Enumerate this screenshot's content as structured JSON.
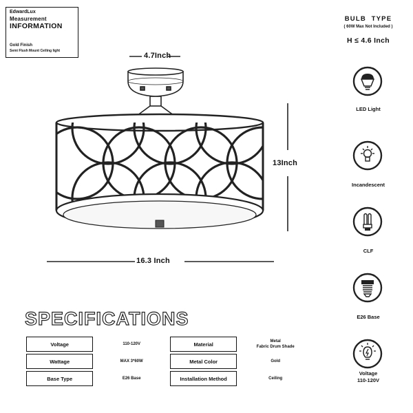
{
  "info": {
    "brand": "EdwardLux",
    "heading_line1": "Measurement",
    "heading_line2": "INFORMATION",
    "finish": "Gold Finish",
    "description": "Semi Flush Mount Ceiling light"
  },
  "dimensions": {
    "canopy_width": "4.7Inch",
    "height": "13Inch",
    "diameter": "16.3 Inch"
  },
  "specifications": {
    "title": "SPECIFICATIONS",
    "rows": [
      {
        "label1": "Voltage",
        "value1": "110-120V",
        "label2": "Material",
        "value2": "Metal\nFabric Drum Shade"
      },
      {
        "label1": "Wattage",
        "value1": "MAX 3*60W",
        "label2": "Metal Color",
        "value2": "Gold"
      },
      {
        "label1": "Base Type",
        "value1": "E26 Base",
        "label2": "Installation Method",
        "value2": "Ceiling"
      }
    ]
  },
  "bulb": {
    "title": "BULB  TYPE",
    "subtitle": "( 60W Max Not Included )",
    "height": "H ≤ 4.6 Inch",
    "items": [
      {
        "label": "LED Light",
        "icon": "led-bulb-icon"
      },
      {
        "label": "Incandescent",
        "icon": "incandescent-bulb-icon"
      },
      {
        "label": "CLF",
        "icon": "cfl-bulb-icon"
      },
      {
        "label": "E26 Base",
        "icon": "e26-base-icon"
      },
      {
        "label": "Voltage\n110-120V",
        "icon": "voltage-bulb-icon"
      }
    ]
  }
}
